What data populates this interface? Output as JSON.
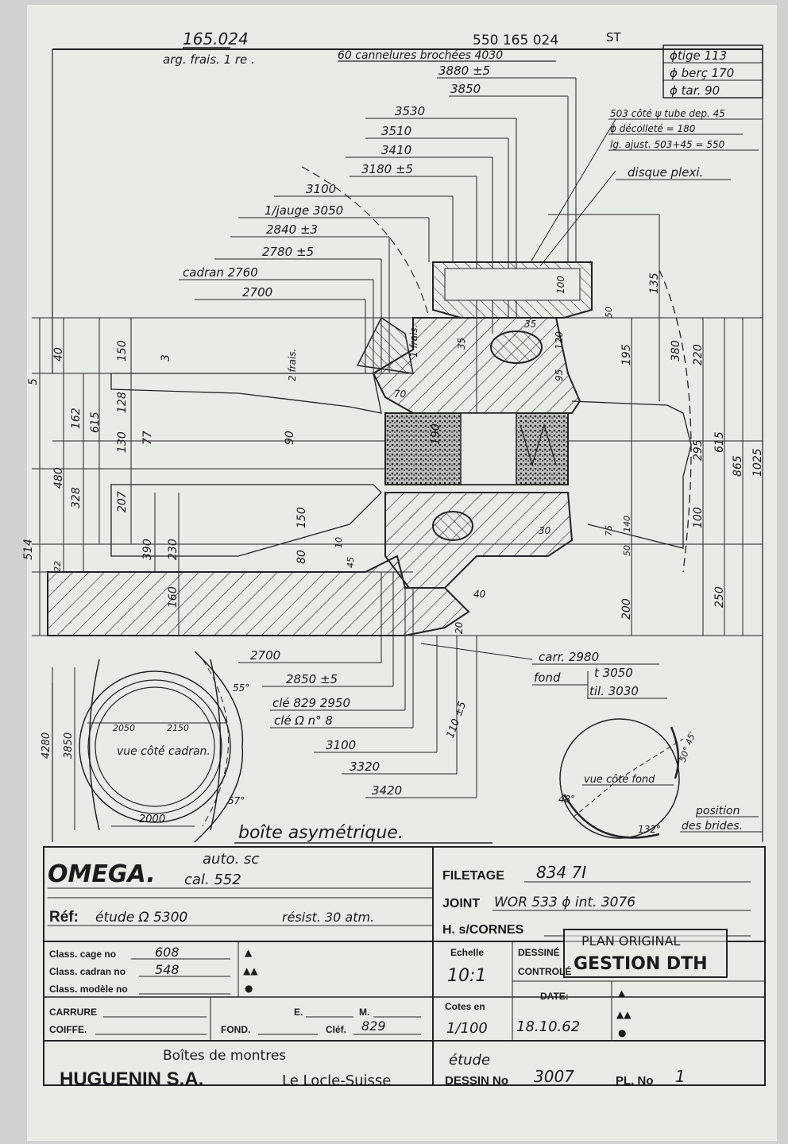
{
  "header": {
    "left_number": "165.024",
    "left_note": "arg. frais. 1 re .",
    "top_number": "550 165 024",
    "top_suffix": "ST",
    "tige": "ϕtige 113",
    "berc": "ϕ berç 170",
    "tar": "ϕ tar. 90",
    "broche": "60 cannelures brochées 4030"
  },
  "dims_left": [
    "3880 ±5",
    "3850",
    "3530",
    "3510",
    "3410",
    "3180 ±5",
    "3100",
    "1/jauge 3050",
    "2840 ±3",
    "2780 ±5",
    "cadran 2760",
    "2700"
  ],
  "dims_right_notes": [
    "503 côté ψ tube dep. 45",
    "ϕ décolleté = 180",
    "lg. ajust. 503+45 = 550",
    "disque plexi."
  ],
  "vertical_dims": [
    "5",
    "40",
    "150",
    "3",
    "162",
    "615",
    "128",
    "77",
    "130",
    "207",
    "480",
    "328",
    "390",
    "230",
    "160",
    "514",
    "22",
    "80",
    "150",
    "200",
    "250",
    "100",
    "295",
    "615",
    "865",
    "1025",
    "135",
    "380",
    "220",
    "195",
    "50",
    "75",
    "50",
    "140",
    "10",
    "45",
    "30",
    "40",
    "20",
    "90",
    "190",
    "35",
    "100",
    "120",
    "95",
    "1 frais.",
    "70",
    "2 frais.",
    "35"
  ],
  "dims_bottom": [
    "2700",
    "2850 ±5",
    "clé 829 2950",
    "clé Ω n° 8",
    "3100",
    "3320",
    "3420",
    "110 ±5"
  ],
  "carr_block": [
    "carr. 2980",
    "fond",
    "t 3050",
    "til. 3030"
  ],
  "view_cadran": {
    "label": "vue côté cadran.",
    "d1": "2050",
    "d2": "2150",
    "h1": "4280",
    "h2": "3850",
    "w": "2000",
    "a1": "55°",
    "a2": "57°"
  },
  "view_fond": {
    "label": "vue côté fond",
    "a1": "48°",
    "a2": "132°",
    "a3": "50° 45'",
    "position": "position des brides."
  },
  "title_caption": "boîte asymétrique.",
  "title_block": {
    "brand": "OMEGA.",
    "auto": "auto. sc",
    "cal": "cal. 552",
    "ref_label": "Réf:",
    "ref_value": "étude Ω 5300",
    "resist": "résist. 30 atm.",
    "filetage_label": "FILETAGE",
    "filetage_value": "834 7I",
    "joint_label": "JOINT",
    "joint_value": "WOR 533 ϕ int. 3076",
    "hs_label": "H. s/CORNES",
    "stamp1": "PLAN ORIGINAL",
    "stamp2": "GESTION DTH",
    "class_cage_label": "Class. cage no",
    "class_cage": "608",
    "class_cadran_label": "Class. cadran no",
    "class_cadran": "548",
    "class_modele_label": "Class. modèle no",
    "echelle_label": "Echelle",
    "echelle": "10:1",
    "dessine_label": "DESSINÉ",
    "controle_label": "CONTROLÉ",
    "date_label": "DATE:",
    "date": "18.10.62",
    "carrure_label": "CARRURE",
    "coiffe_label": "COIFFE.",
    "fond_label": "FOND.",
    "e_label": "E.",
    "m_label": "M.",
    "clef_label": "Cléf.",
    "clef": "829",
    "cotes_label": "Cotes en",
    "cotes": "1/100",
    "company_line1": "Boîtes de montres",
    "company_name": "HUGUENIN S.A.",
    "company_place": "Le Locle-Suisse",
    "etude": "étude",
    "dessin_label": "DESSIN No",
    "dessin": "3007",
    "pl_label": "PL. No",
    "pl": "1",
    "triangles": [
      "▲",
      "▲▲",
      "●"
    ]
  }
}
